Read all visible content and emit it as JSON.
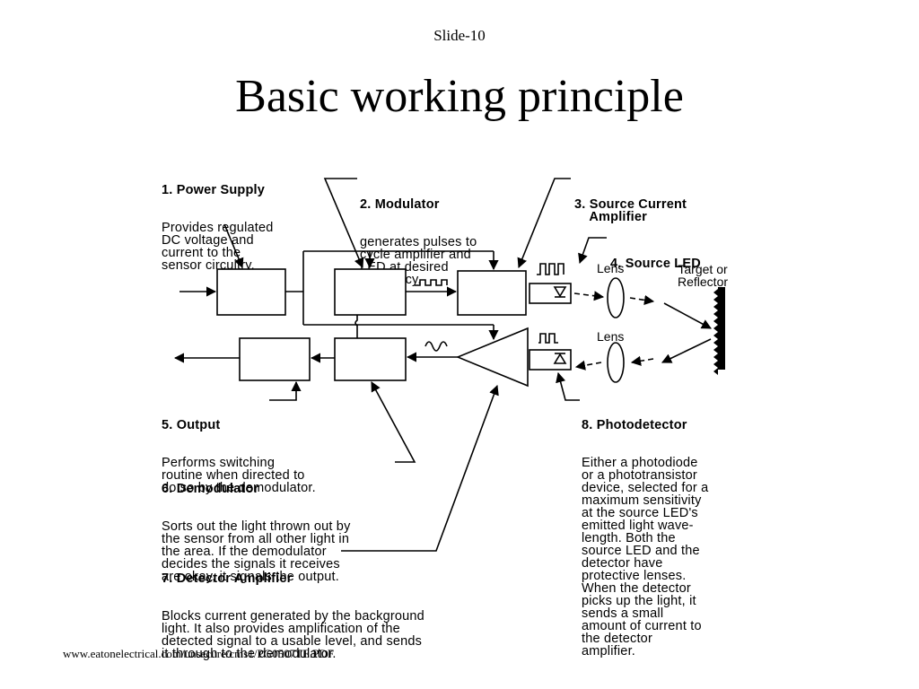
{
  "slide": {
    "number": "Slide-10",
    "title": "Basic working principle",
    "source": "www.eatonelectrical.com/unsecure/cms1/PG0507TE.PDF"
  },
  "diagram": {
    "power_supply": {
      "heading": "1. Power Supply",
      "body": "Provides regulated\nDC voltage and\ncurrent to the\nsensor circuitry."
    },
    "modulator": {
      "heading": "2. Modulator",
      "body": "generates pulses to\ncycle amplifier and\nLED at desired\nfrequency."
    },
    "source_current_amplifier": {
      "heading": "3. Source Current\n    Amplifier"
    },
    "source_led": {
      "heading": "4. Source LED"
    },
    "output": {
      "heading": "5. Output",
      "body": "Performs switching\nroutine when directed to\ndo so by the demodulator."
    },
    "demodulator": {
      "heading": "6. Demodulator",
      "body": "Sorts out the light thrown out by\nthe sensor from all other light in\nthe area. If the demodulator\ndecides the signals it receives\nare okay, it signals the output."
    },
    "detector_amplifier": {
      "heading": "7. Detector Amplifier",
      "body": "Blocks current generated by the background\nlight. It also provides amplification of the\ndetected signal to a usable level, and sends\nit through to the demodulator."
    },
    "photodetector": {
      "heading": "8. Photodetector",
      "body": "Either a photodiode\nor a phototransistor\ndevice, selected for a\nmaximum sensitivity\nat the source LED's\nemitted light wave-\nlength. Both the\nsource LED and the\ndetector have\nprotective lenses.\nWhen the detector\npicks up the light, it\nsends a small\namount of current to\nthe detector\namplifier."
    },
    "lens_top": "Lens",
    "lens_bottom": "Lens",
    "target": "Target or\nReflector"
  }
}
